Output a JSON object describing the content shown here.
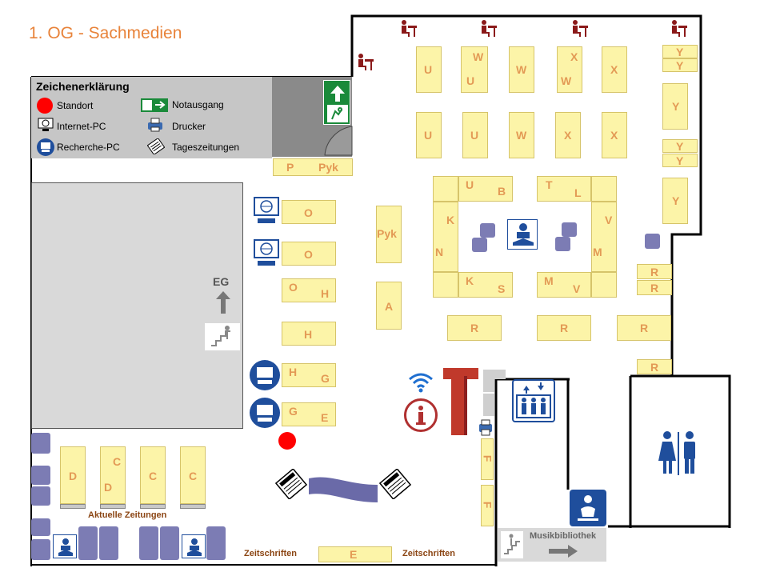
{
  "title": "1. OG - Sachmedien",
  "legend": {
    "heading": "Zeichenerklärung",
    "items": [
      {
        "label": "Standort",
        "icon": "location-dot-icon"
      },
      {
        "label": "Notausgang",
        "icon": "emergency-exit-icon"
      },
      {
        "label": "Internet-PC",
        "icon": "internet-pc-icon"
      },
      {
        "label": "Drucker",
        "icon": "printer-icon"
      },
      {
        "label": "Recherche-PC",
        "icon": "research-pc-icon"
      },
      {
        "label": "Tageszeitungen",
        "icon": "newspaper-icon"
      }
    ]
  },
  "stairs": {
    "label": "EG"
  },
  "areas": {
    "newspapers": "Aktuelle Zeitungen",
    "journals_left": "Zeitschriften",
    "journals_right": "Zeitschriften",
    "music": "Musikbibliothek"
  },
  "shelves": {
    "p": "P",
    "pyk_top": "Pyk",
    "pyk_mid": "Pyk",
    "a": "A",
    "o1": "O",
    "o2": "O",
    "oh_o": "O",
    "oh_h": "H",
    "h": "H",
    "hg_h": "H",
    "hg_g": "G",
    "ge_g": "G",
    "ge_e": "E",
    "d": "D",
    "cd_c": "C",
    "cd_d": "D",
    "c1": "C",
    "c2": "C",
    "e_bottom": "E",
    "u1": "U",
    "wu_w": "W",
    "wu_u": "U",
    "w1": "W",
    "xw_x": "X",
    "xw_w": "W",
    "x1": "X",
    "u2": "U",
    "u3": "U",
    "w2": "W",
    "x2": "X",
    "x3": "X",
    "y1": "Y",
    "y2": "Y",
    "y3": "Y",
    "y4": "Y",
    "y5": "Y",
    "y6": "Y",
    "ub_u": "U",
    "ub_b": "B",
    "tl_t": "T",
    "tl_l": "L",
    "k": "K",
    "n": "N",
    "v": "V",
    "m": "M",
    "ks_k": "K",
    "ks_s": "S",
    "mv_m": "M",
    "mv_v": "V",
    "r1": "R",
    "r2": "R",
    "r3": "R",
    "r4": "R",
    "r5": "R",
    "r6": "R",
    "f1": "F",
    "f2": "F"
  },
  "colors": {
    "title": "#e8833a",
    "shelf": "#fcf4a8",
    "shelf_text": "#e39a55",
    "seat": "#7c7cb4",
    "legend_bg": "#c6c6c6",
    "exit_green": "#1a8a3a",
    "blue_icon": "#1f4e9c",
    "info_red": "#b03030"
  }
}
